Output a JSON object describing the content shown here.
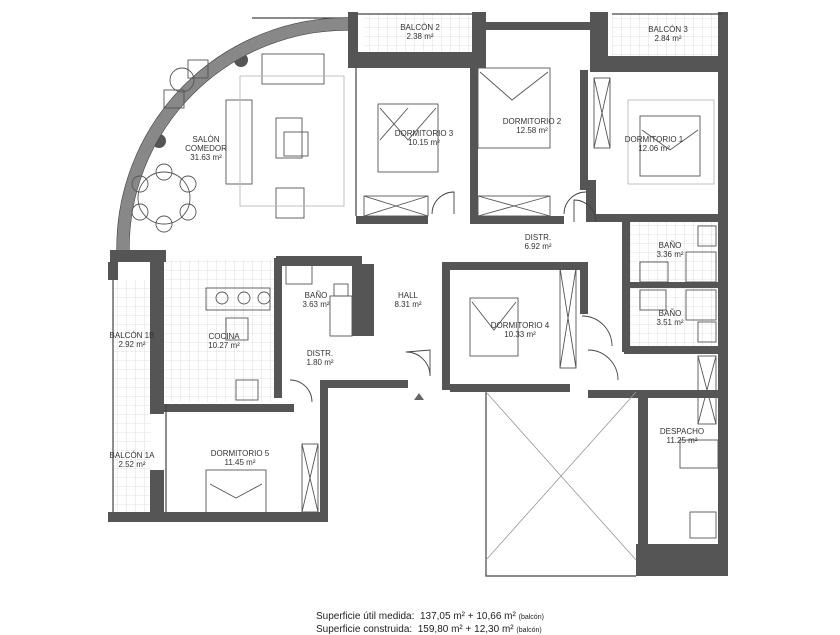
{
  "rooms": {
    "salon": {
      "name": "SALÓN",
      "name2": "COMEDOR",
      "area": "31.63 m²"
    },
    "balcon2": {
      "name": "BALCÓN 2",
      "area": "2.38 m²"
    },
    "balcon3": {
      "name": "BALCÓN 3",
      "area": "2.84 m²"
    },
    "dormitorio3": {
      "name": "DORMITORIO 3",
      "area": "10.15 m²"
    },
    "dormitorio2": {
      "name": "DORMITORIO 2",
      "area": "12.58 m²"
    },
    "dormitorio1": {
      "name": "DORMITORIO 1",
      "area": "12.06 m²"
    },
    "distr1": {
      "name": "DISTR.",
      "area": "6.92 m²"
    },
    "bano1": {
      "name": "BAÑO",
      "area": "3.36 m²"
    },
    "bano2": {
      "name": "BAÑO",
      "area": "3.51 m²"
    },
    "bano3": {
      "name": "BAÑO",
      "area": "3.63 m²"
    },
    "hall": {
      "name": "HALL",
      "area": "8.31 m²"
    },
    "dormitorio4": {
      "name": "DORMITORIO 4",
      "area": "10.33 m²"
    },
    "cocina": {
      "name": "COCINA",
      "area": "10.27 m²"
    },
    "distr2": {
      "name": "DISTR.",
      "area": "1.80 m²"
    },
    "balcon1b": {
      "name": "BALCÓN 1B",
      "area": "2.92 m²"
    },
    "balcon1a": {
      "name": "BALCÓN 1A",
      "area": "2.52 m²"
    },
    "dormitorio5": {
      "name": "DORMITORIO 5",
      "area": "11.45 m²"
    },
    "despacho": {
      "name": "DESPACHO",
      "area": "11.25 m²"
    }
  },
  "footer": {
    "line1_label": "Superficie útil medida:",
    "line1_value": "137,05 m² + 10,66 m²",
    "line1_note": "(balcón)",
    "line2_label": "Superficie construida:",
    "line2_value": "159,80 m² + 12,30 m²",
    "line2_note": "(balcón)"
  }
}
